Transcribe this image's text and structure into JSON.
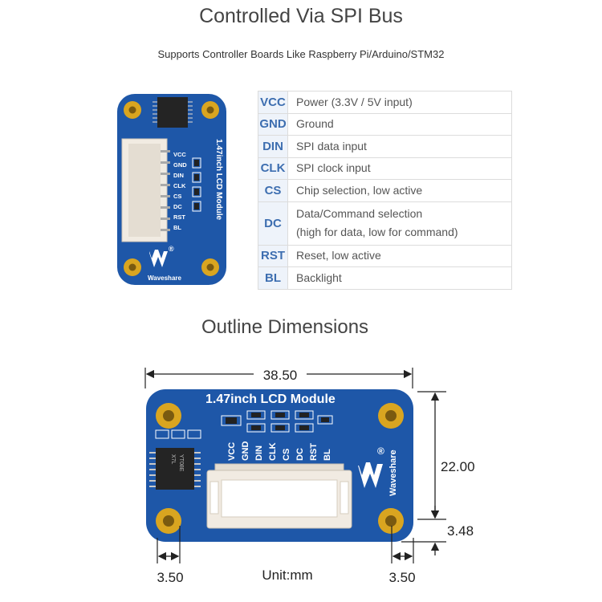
{
  "title": "Controlled Via SPI Bus",
  "subtitle": "Supports Controller Boards Like Raspberry Pi/Arduino/STM32",
  "pins": [
    {
      "pin": "VCC",
      "desc": "Power (3.3V / 5V input)"
    },
    {
      "pin": "GND",
      "desc": "Ground"
    },
    {
      "pin": "DIN",
      "desc": "SPI data input"
    },
    {
      "pin": "CLK",
      "desc": "SPI clock input"
    },
    {
      "pin": "CS",
      "desc": "Chip selection, low active"
    },
    {
      "pin": "DC",
      "desc": "Data/Command selection",
      "desc2": "(high for data, low for command)"
    },
    {
      "pin": "RST",
      "desc": "Reset, low active"
    },
    {
      "pin": "BL",
      "desc": "Backlight"
    }
  ],
  "board": {
    "module_name": "1.47inch LCD Module",
    "brand": "Waveshare",
    "registered": "®",
    "chip_marking": [
      "YT08E",
      "X7L"
    ]
  },
  "outline": {
    "title": "Outline Dimensions",
    "width": "38.50",
    "height": "22.00",
    "hole_offset_y": "3.48",
    "hole_offset_left": "3.50",
    "hole_offset_right": "3.50",
    "unit": "Unit:mm"
  },
  "colors": {
    "board_blue": "#1e57a8",
    "accent_blue": "#3d6eb0",
    "gold": "#d9a520",
    "connector": "#f1ebe2"
  }
}
